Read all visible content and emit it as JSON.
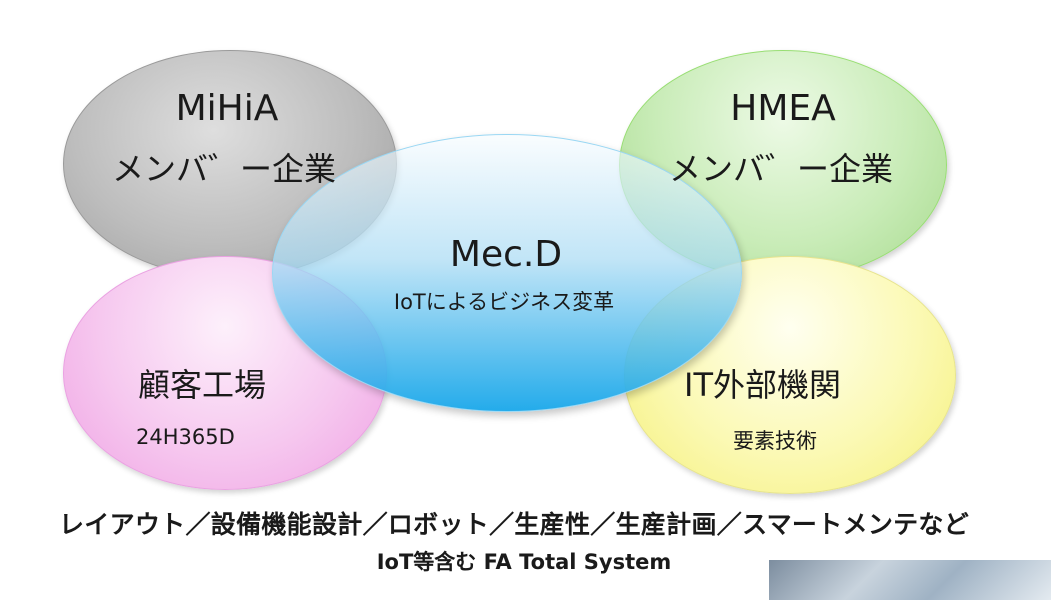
{
  "nodes": {
    "mihia": {
      "title": "MiHiA",
      "subtitle": "メンバ゛ー企業"
    },
    "hmea": {
      "title": "HMEA",
      "subtitle": "メンバ゛ー企業"
    },
    "center": {
      "title": "Mec.D",
      "subtitle": "IoTによるビジネス変革"
    },
    "kokyaku": {
      "title": "顧客工場",
      "subtitle": "24H365D"
    },
    "it": {
      "title": "IT外部機関",
      "subtitle": "要素技術"
    }
  },
  "footer": {
    "line1": "レイアウト／設備機能設計／ロボット／生産性／生産計画／スマートメンテなど",
    "line2": "IoT等含む FA Total System"
  },
  "colors": {
    "mihia": "#bdbdbd",
    "hmea": "#c9ecb8",
    "kokyaku": "#f6c8ef",
    "it": "#fbf9b4",
    "center": "#1ba8ea"
  }
}
